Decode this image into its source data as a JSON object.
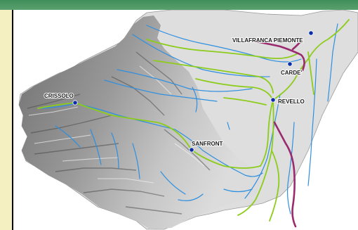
{
  "colors": {
    "header": "#4a9463",
    "panel": "#f5f0c2",
    "border": "#000000",
    "terrain_plain": "#dedede",
    "terrain_relief": "#8c8c8c",
    "river": "#2e8fe0",
    "route": "#8ccc1a",
    "highlight": "#9b2a6e",
    "town_marker": "#0b2fa8"
  },
  "towns": [
    {
      "name": "VILLAFRANCA PIEMONTE"
    },
    {
      "name": "CARDE'"
    },
    {
      "name": "REVELLO"
    },
    {
      "name": "CRISSOLO"
    },
    {
      "name": "SANFRONT"
    }
  ]
}
